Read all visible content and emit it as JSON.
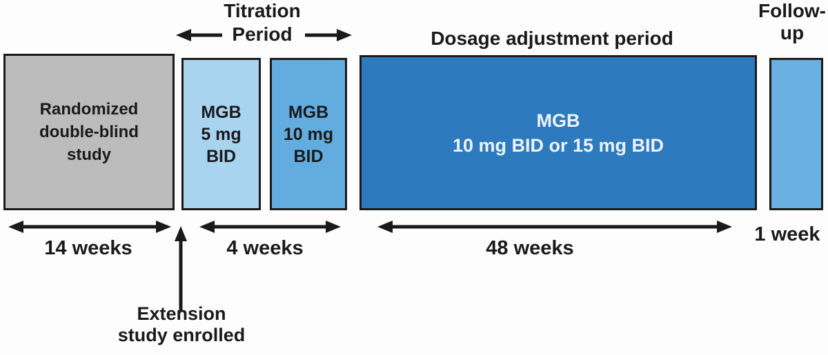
{
  "diagram": {
    "titration_header": {
      "line1": "Titration",
      "line2": "Period"
    },
    "dosage_header": "Dosage adjustment period",
    "followup_header": "Follow-\nup",
    "phases": {
      "randomized": {
        "label": "Randomized\ndouble-blind\nstudy",
        "duration": "14 weeks",
        "color": "#bcbcbc"
      },
      "titration_5mg": {
        "label": "MGB\n5 mg\nBID",
        "color": "#a9d4ef"
      },
      "titration_10mg": {
        "label": "MGB\n10 mg\nBID",
        "color": "#63ace0"
      },
      "titration_duration": "4 weeks",
      "dosage_adjustment": {
        "label": "MGB\n10 mg BID or 15 mg BID",
        "duration": "48 weeks",
        "color": "#2e7abf"
      },
      "followup": {
        "duration": "1 week",
        "color": "#6bb0e2"
      }
    },
    "annotation": "Extension\nstudy enrolled",
    "border_color": "#1a1a1a",
    "text_dark": "#1a1a1a",
    "text_light": "#edf3fa"
  }
}
